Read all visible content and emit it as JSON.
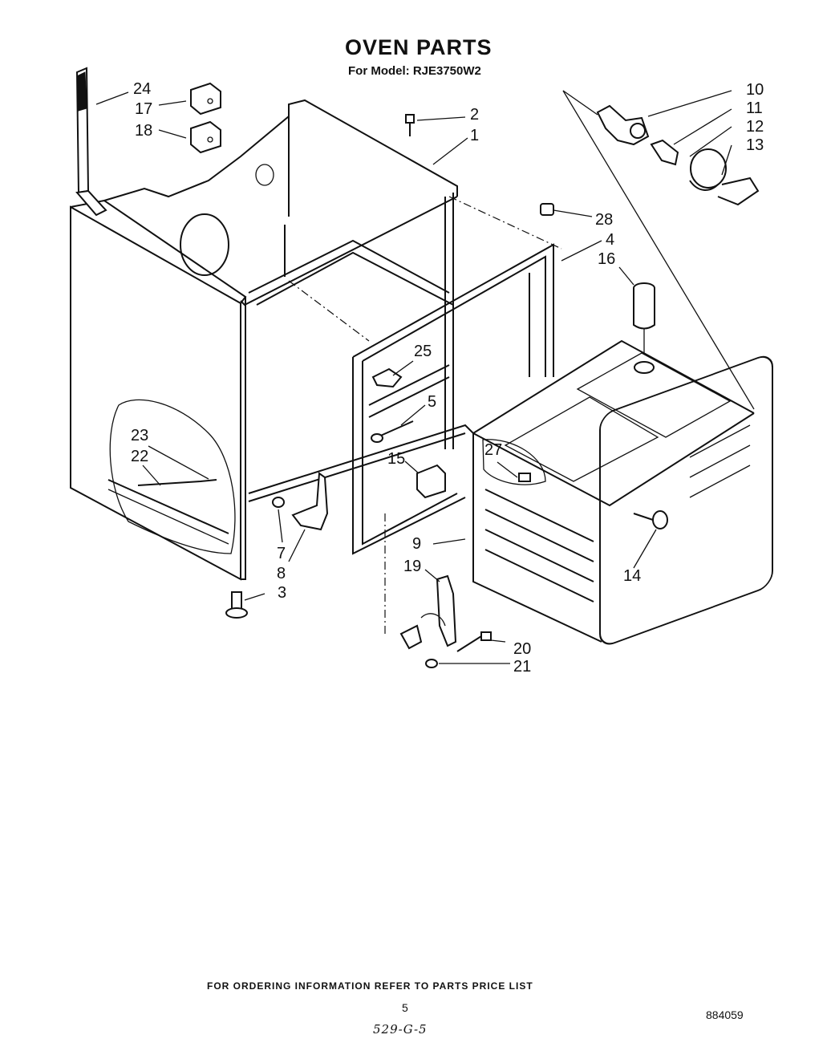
{
  "header": {
    "title": "OVEN PARTS",
    "subtitle": "For Model: RJE3750W2"
  },
  "callouts": {
    "c1": "1",
    "c2": "2",
    "c3": "3",
    "c4": "4",
    "c5": "5",
    "c7": "7",
    "c8": "8",
    "c9": "9",
    "c10": "10",
    "c11": "11",
    "c12": "12",
    "c13": "13",
    "c14": "14",
    "c15": "15",
    "c16": "16",
    "c17": "17",
    "c18": "18",
    "c19": "19",
    "c20": "20",
    "c21": "21",
    "c22": "22",
    "c23": "23",
    "c24": "24",
    "c25": "25",
    "c27": "27",
    "c28": "28"
  },
  "footer": {
    "ordering_note": "FOR ORDERING INFORMATION REFER TO PARTS PRICE LIST",
    "page_number": "5",
    "doc_number": "884059",
    "handwritten_code": "529-G-5"
  },
  "colors": {
    "ink": "#111111",
    "paper": "#ffffff"
  }
}
